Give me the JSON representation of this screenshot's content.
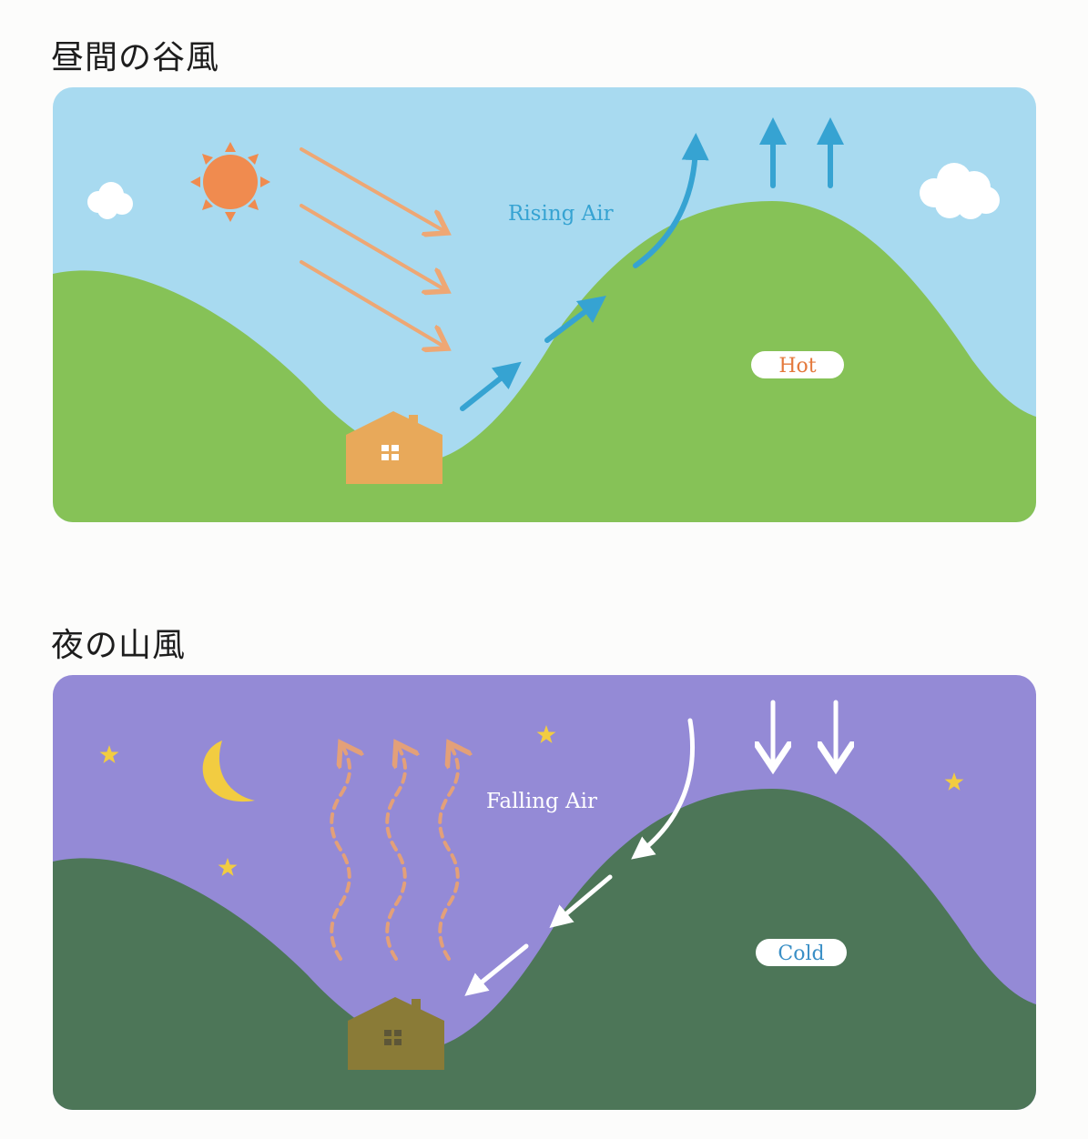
{
  "day": {
    "title": "昼間の谷風",
    "air_label": "Rising Air",
    "temp_label": "Hot",
    "colors": {
      "sky": "#a8daf0",
      "hills": "#86c257",
      "house": "#e8a95a",
      "sun": "#f08b4f",
      "sun_rays": "#eea774",
      "wind": "#36a3d2",
      "temp_text": "#e4793c"
    },
    "icons": [
      "sun-icon",
      "cloud-icon",
      "house-icon"
    ]
  },
  "night": {
    "title": "夜の山風",
    "air_label": "Falling Air",
    "temp_label": "Cold",
    "colors": {
      "sky": "#948ad6",
      "hills": "#4d7658",
      "house": "#8a7b37",
      "moon": "#f2cc41",
      "stars": "#f2cc41",
      "wind": "#ffffff",
      "heat_waves": "#e3a079",
      "temp_text": "#3a8fc6"
    },
    "icons": [
      "moon-icon",
      "star-icon",
      "house-icon"
    ]
  }
}
